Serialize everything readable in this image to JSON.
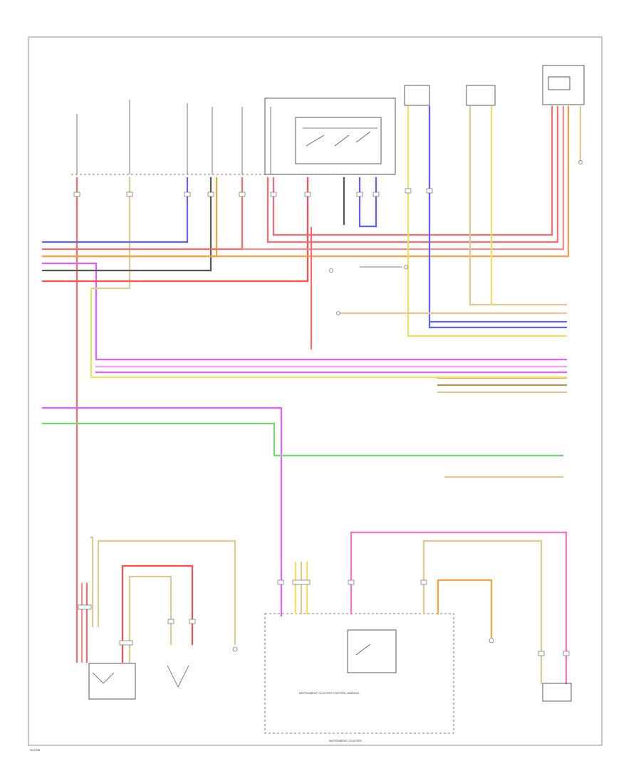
{
  "figure_code": "W-2398",
  "colors": {
    "red": "#ff4d4d",
    "pink": "#ff8a8a",
    "orange": "#ffa040",
    "yellow": "#f0e060",
    "tan": "#e0c890",
    "blue": "#6060ff",
    "violet": "#e060ff",
    "green": "#70d870",
    "gray": "#555555",
    "brown": "#c09050"
  },
  "labels": {
    "cluster_control_module": "INSTRUMENT CLUSTER CONTROL MODULE",
    "cluster": "INSTRUMENT CLUSTER"
  }
}
